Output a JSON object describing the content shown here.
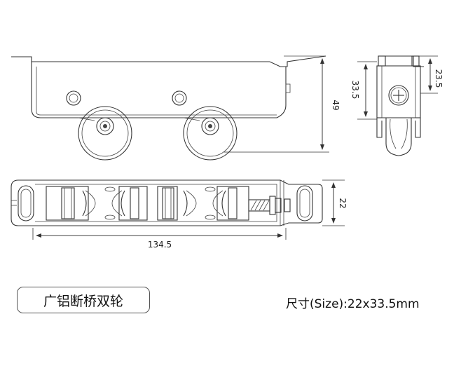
{
  "product": {
    "name": "广铝断桥双轮",
    "size_label": "尺寸(Size):22x33.5mm"
  },
  "dimensions": {
    "height_side": "49",
    "height_end_left": "33.5",
    "height_end_right": "23.5",
    "width_top": "22",
    "length_top": "134.5"
  },
  "colors": {
    "line": "#333333",
    "roller": "#555555",
    "background": "#ffffff"
  }
}
